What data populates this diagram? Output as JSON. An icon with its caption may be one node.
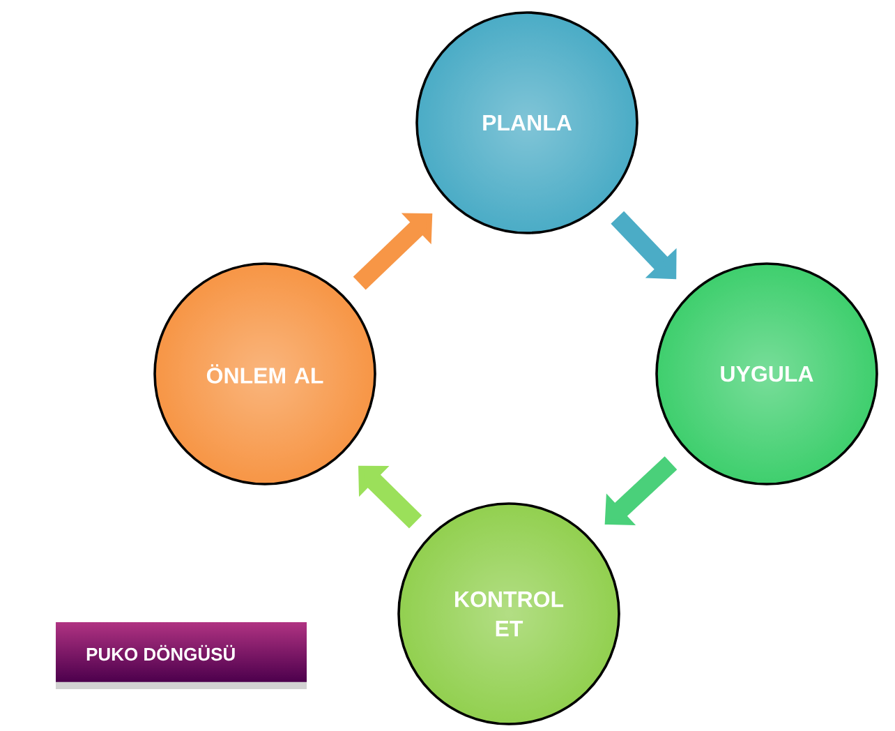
{
  "diagram": {
    "title": "PUKO  DÖNGÜSÜ",
    "nodes": [
      {
        "text": [
          "PLANLA"
        ]
      },
      {
        "text": [
          "UYGULA"
        ]
      },
      {
        "text": [
          "KONTROL ET"
        ]
      },
      {
        "text": [
          "ÖNLEM AL"
        ]
      }
    ],
    "edges": [
      {
        "from": 0,
        "to": 1,
        "arrow": "to",
        "color": "#4bacc6"
      },
      {
        "from": 1,
        "to": 2,
        "arrow": "to",
        "color": "#4ad07a"
      },
      {
        "from": 2,
        "to": 3,
        "arrow": "to",
        "color": "#9be05a"
      },
      {
        "from": 3,
        "to": 0,
        "arrow": "to",
        "color": "#f79646"
      }
    ]
  }
}
